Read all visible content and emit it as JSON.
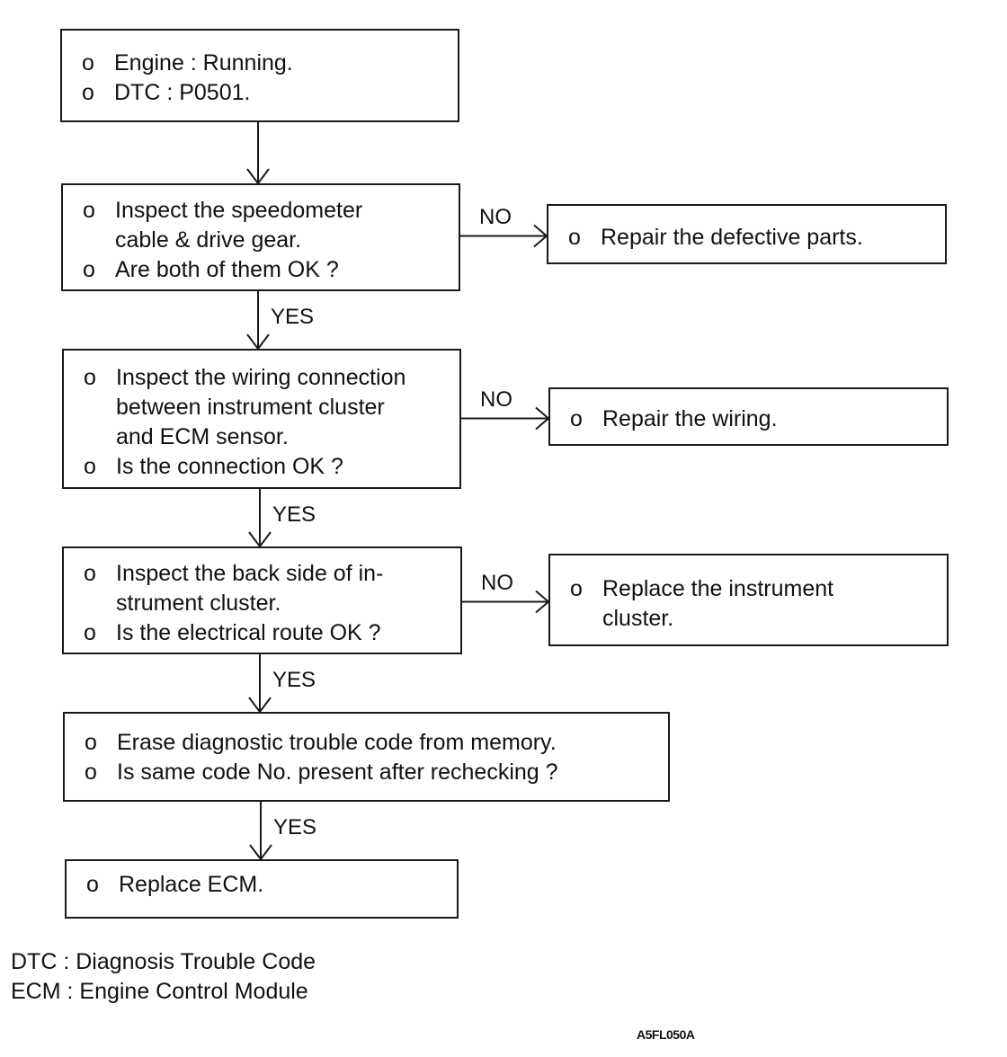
{
  "flowchart": {
    "bullet": "o",
    "steps": [
      {
        "id": "start",
        "lines": [
          {
            "bullet": true,
            "text": "Engine : Running."
          },
          {
            "bullet": true,
            "text": "DTC : P0501."
          }
        ]
      },
      {
        "id": "inspect-speedometer",
        "lines": [
          {
            "bullet": true,
            "text": "Inspect the speedometer"
          },
          {
            "bullet": false,
            "text": "cable & drive gear."
          },
          {
            "bullet": true,
            "text": "Are both of them OK ?"
          }
        ]
      },
      {
        "id": "inspect-wiring",
        "lines": [
          {
            "bullet": true,
            "text": "Inspect the wiring connection"
          },
          {
            "bullet": false,
            "text": "between instrument cluster"
          },
          {
            "bullet": false,
            "text": "and ECM sensor."
          },
          {
            "bullet": true,
            "text": "Is the connection OK ?"
          }
        ]
      },
      {
        "id": "inspect-back-side",
        "lines": [
          {
            "bullet": true,
            "text": "Inspect the back side of in-"
          },
          {
            "bullet": false,
            "text": "strument cluster."
          },
          {
            "bullet": true,
            "text": "Is the electrical route OK ?"
          }
        ]
      },
      {
        "id": "erase-dtc",
        "lines": [
          {
            "bullet": true,
            "text": "Erase diagnostic trouble code from memory."
          },
          {
            "bullet": true,
            "text": "Is same code No. present after rechecking ?"
          }
        ]
      },
      {
        "id": "replace-ecm",
        "lines": [
          {
            "bullet": true,
            "text": "Replace ECM."
          }
        ]
      }
    ],
    "outcomes": [
      {
        "id": "repair-defective-parts",
        "lines": [
          {
            "bullet": true,
            "text": "Repair the defective parts."
          }
        ]
      },
      {
        "id": "repair-wiring",
        "lines": [
          {
            "bullet": true,
            "text": "Repair the wiring."
          }
        ]
      },
      {
        "id": "replace-instrument-cluster",
        "lines": [
          {
            "bullet": true,
            "text": "Replace the instrument"
          },
          {
            "bullet": false,
            "text": "cluster."
          }
        ]
      }
    ],
    "edges": [
      {
        "from": "start",
        "to": "inspect-speedometer",
        "label": ""
      },
      {
        "from": "inspect-speedometer",
        "to": "inspect-wiring",
        "label": "YES"
      },
      {
        "from": "inspect-wiring",
        "to": "inspect-back-side",
        "label": "YES"
      },
      {
        "from": "inspect-back-side",
        "to": "erase-dtc",
        "label": "YES"
      },
      {
        "from": "erase-dtc",
        "to": "replace-ecm",
        "label": "YES"
      },
      {
        "from": "inspect-speedometer",
        "to": "repair-defective-parts",
        "label": "NO"
      },
      {
        "from": "inspect-wiring",
        "to": "repair-wiring",
        "label": "NO"
      },
      {
        "from": "inspect-back-side",
        "to": "replace-instrument-cluster",
        "label": "NO"
      }
    ]
  },
  "legend": [
    "DTC : Diagnosis Trouble Code",
    "ECM : Engine Control Module"
  ],
  "figure_code": "A5FL050A"
}
